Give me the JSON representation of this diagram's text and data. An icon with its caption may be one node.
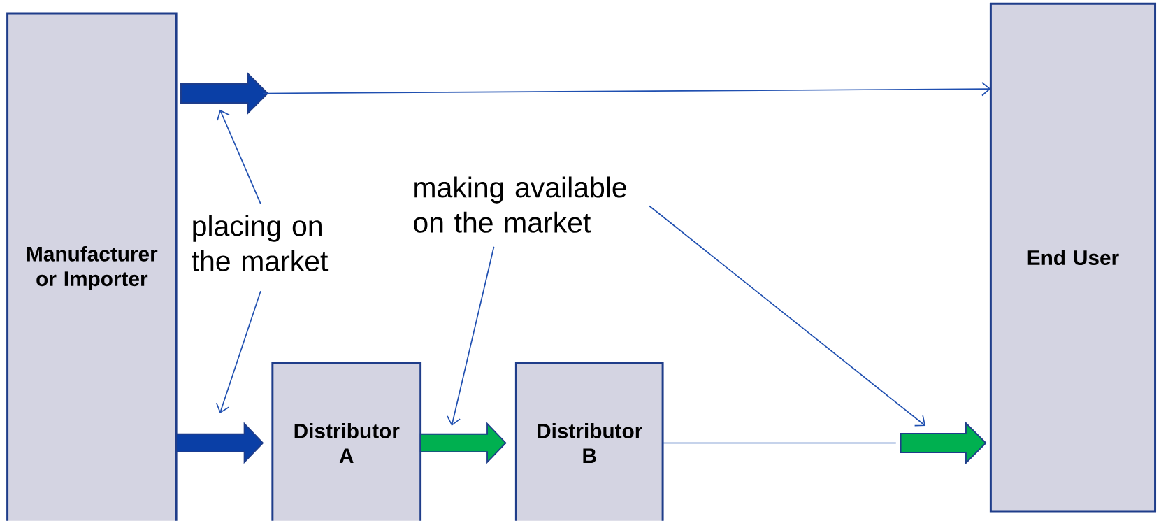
{
  "diagram": {
    "nodes": [
      {
        "text": [
          "Manufacturer or Importer"
        ]
      },
      {
        "text": [
          "Distributor A"
        ]
      },
      {
        "text": [
          "Distributor B"
        ]
      },
      {
        "text": [
          "End User"
        ]
      },
      {
        "text": [
          "placing on the market"
        ]
      },
      {
        "text": [
          "making available on the market"
        ]
      },
      {
        "text": [],
        "shape": "arrow"
      },
      {
        "text": [],
        "shape": "arrow"
      }
    ],
    "edges": [
      {
        "from": 6,
        "to": 3,
        "arrow": "to"
      },
      {
        "from": 0,
        "to": 1,
        "arrow": "to",
        "style": "thick"
      },
      {
        "from": 1,
        "to": 2,
        "arrow": "to",
        "style": "thick",
        "color": "#00b050"
      },
      {
        "from": 2,
        "to": 7,
        "arrow": "none"
      },
      {
        "from": 4,
        "to": 6,
        "arrow": "to"
      },
      {
        "from": 4,
        "to": null,
        "arrow": "to"
      },
      {
        "from": 5,
        "to": null,
        "arrow": "to"
      },
      {
        "from": 5,
        "to": 7,
        "arrow": "to"
      }
    ]
  }
}
